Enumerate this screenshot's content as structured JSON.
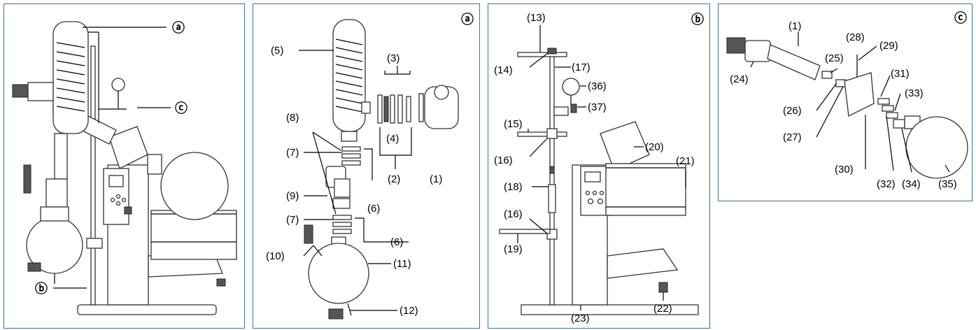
{
  "panels": {
    "overview": {
      "tags": {
        "a": "ⓐ",
        "b": "ⓑ",
        "c": "ⓒ"
      }
    },
    "a": {
      "tag": "ⓐ",
      "labels": {
        "l5": "(5)",
        "l3": "(3)",
        "l8": "(8)",
        "l4": "(4)",
        "l7a": "(7)",
        "l2": "(2)",
        "l1": "(1)",
        "l9": "(9)",
        "l6a": "(6)",
        "l7b": "(7)",
        "l6b": "(6)",
        "l10": "(10)",
        "l11": "(11)",
        "l12": "(12)"
      }
    },
    "b": {
      "tag": "ⓑ",
      "labels": {
        "l13": "(13)",
        "l14": "(14)",
        "l17": "(17)",
        "l36": "(36)",
        "l37": "(37)",
        "l15": "(15)",
        "l16a": "(16)",
        "l20": "(20)",
        "l21": "(21)",
        "l18": "(18)",
        "l16b": "(16)",
        "l19": "(19)",
        "l22": "(22)",
        "l23": "(23)"
      }
    },
    "c": {
      "tag": "ⓒ",
      "labels": {
        "l1": "(1)",
        "l28": "(28)",
        "l29": "(29)",
        "l25": "(25)",
        "l24": "(24)",
        "l31": "(31)",
        "l33": "(33)",
        "l26": "(26)",
        "l27": "(27)",
        "l30": "(30)",
        "l32": "(32)",
        "l34": "(34)",
        "l35": "(35)"
      }
    }
  }
}
